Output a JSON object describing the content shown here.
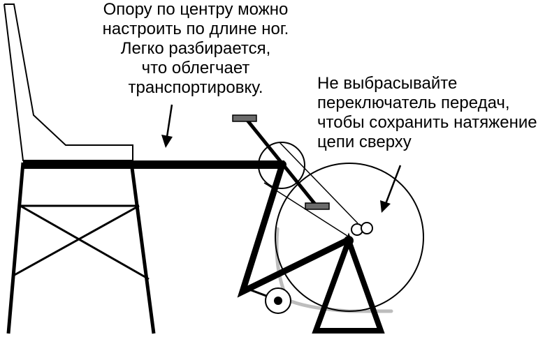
{
  "annotations": {
    "center_support": [
      "Опору по центру можно",
      "настроить по длине ног.",
      "Легко разбирается,",
      "что облегчает",
      "транспортировку."
    ],
    "derailleur": [
      "Не выбрасывайте",
      "переключатель передач,",
      "чтобы сохранить натяжение",
      "цепи сверху"
    ]
  },
  "colors": {
    "ink": "#000000",
    "pedal": "#6b6b6b",
    "chain_under": "#bdbdbd",
    "paper": "#ffffff"
  }
}
